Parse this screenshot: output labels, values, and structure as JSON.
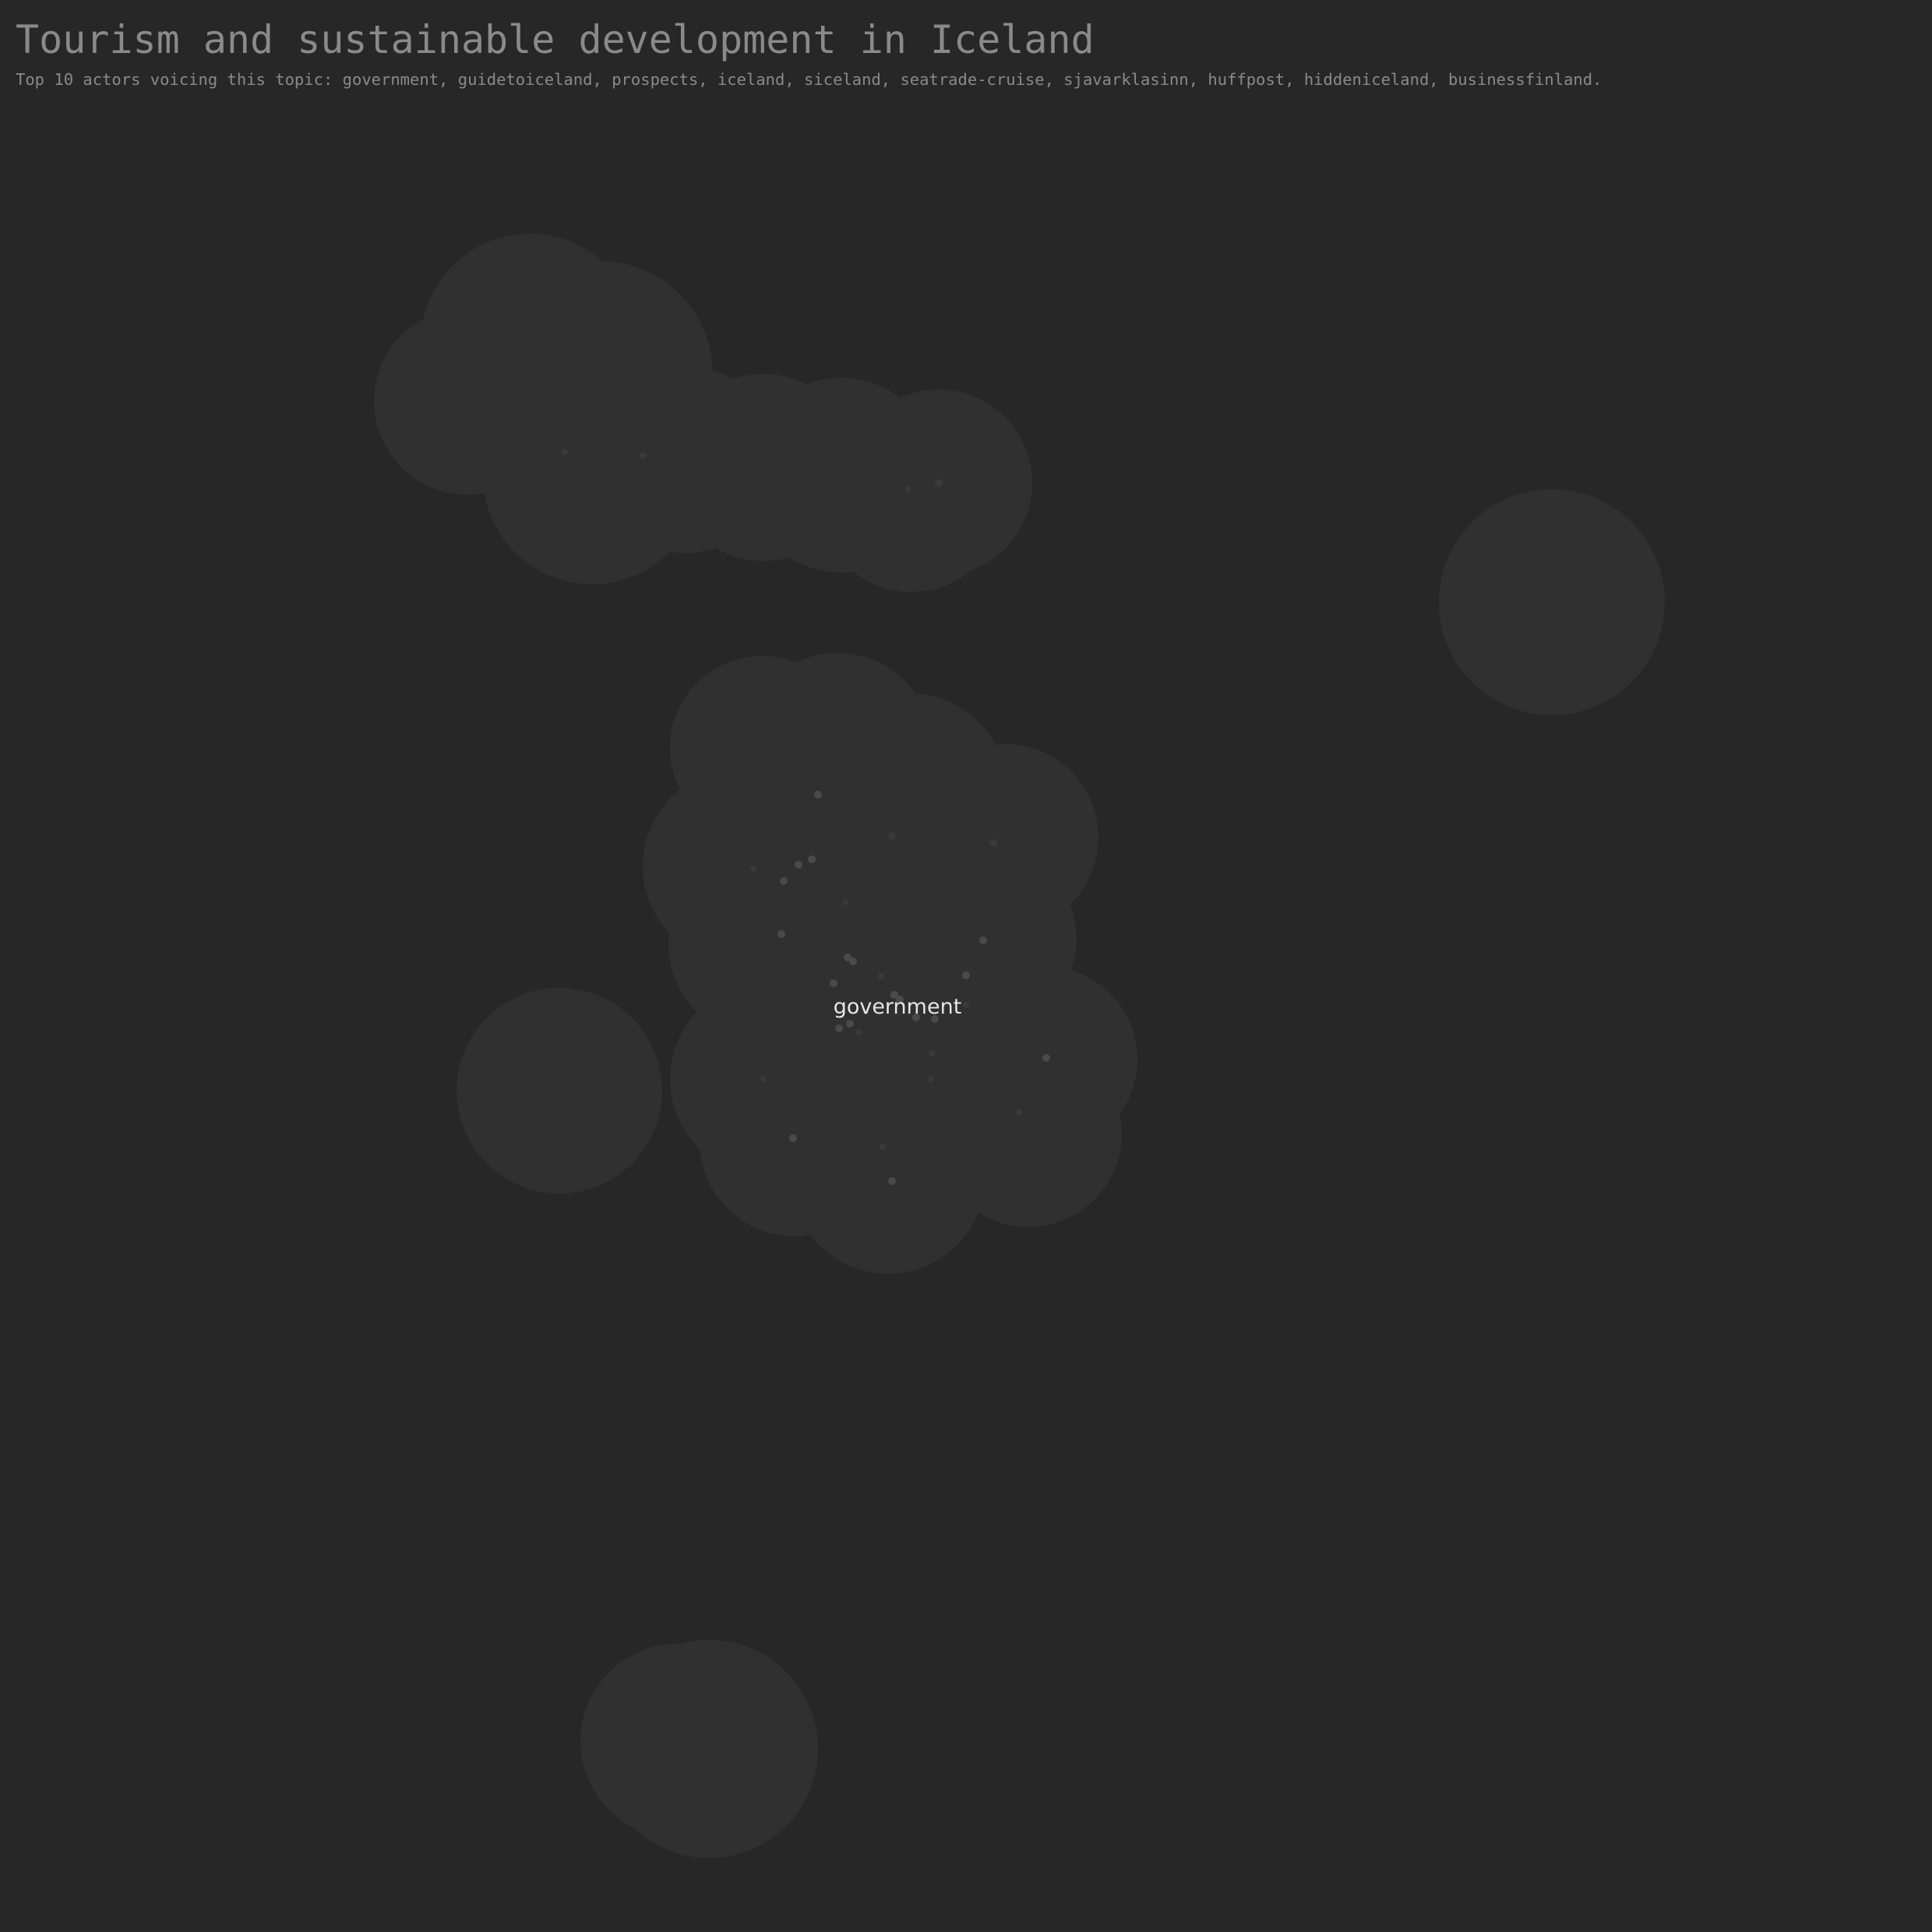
{
  "header": {
    "title": "Tourism and sustainable development in Iceland",
    "subtitle": "Top 10 actors voicing this topic: government, guidetoiceland, prospects, iceland, siceland, seatrade-cruise, sjavarklasinn, huffpost, hiddeniceland, businessfinland."
  },
  "map": {
    "labels": {
      "government": "government"
    },
    "colors": {
      "background": "#272727",
      "cluster": "#303030",
      "node": "#4a4a4a",
      "label": "#e6e6e6",
      "text": "#8a8a8a"
    }
  }
}
